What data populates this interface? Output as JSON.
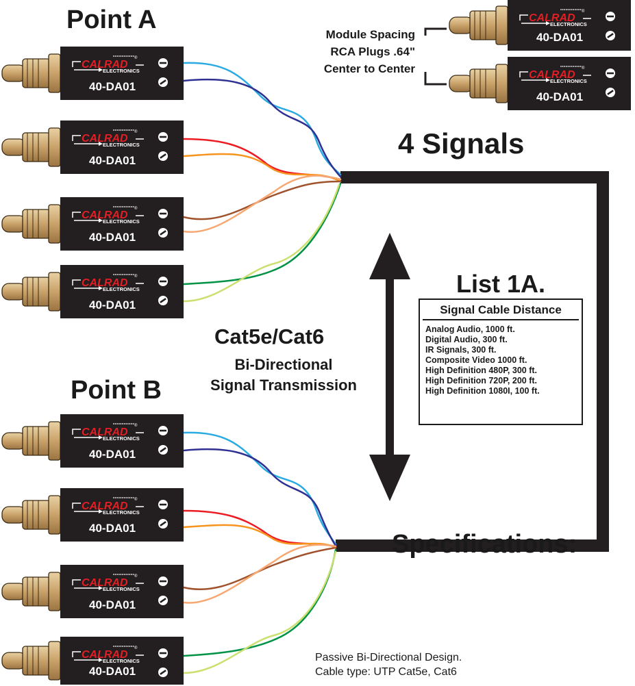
{
  "headings": {
    "point_a": "Point A",
    "point_b": "Point B",
    "signals": "4 Signals",
    "cable_type": "Cat5e/Cat6",
    "transmission_line1": "Bi-Directional",
    "transmission_line2": "Signal Transmission",
    "list_title": "List 1A.",
    "specifications": "Specifications:"
  },
  "spacing_note": [
    "Module Spacing",
    "RCA Plugs .64\"",
    "Center to Center"
  ],
  "module": {
    "brand": "CALRAD",
    "brand_sub": "ELECTRONICS",
    "model": "40-DA01",
    "registered_mark": "®"
  },
  "signal_table": {
    "title": "Signal Cable Distance",
    "rows": [
      "Analog Audio, 1000 ft.",
      "Digital Audio, 300 ft.",
      "IR Signals, 300 ft.",
      "Composite Video 1000 ft.",
      "High Definition 480P, 300 ft.",
      "High Definition 720P, 200 ft.",
      "High Definition 1080I, 100 ft."
    ]
  },
  "specifications": [
    "Passive Bi-Directional Design.",
    "Cable type: UTP Cat5e, Cat6"
  ],
  "colors": {
    "module_body": "#231f20",
    "brand_red": "#e31e24",
    "plug_gold": "#c9a26a",
    "wire_light_blue": "#29abe2",
    "wire_dark_blue": "#2e3192",
    "wire_red": "#ed1c24",
    "wire_orange": "#f7941d",
    "wire_light_orange": "#f7a872",
    "wire_brown": "#a0522d",
    "wire_green": "#009245",
    "wire_light_green": "#cbe06e"
  }
}
